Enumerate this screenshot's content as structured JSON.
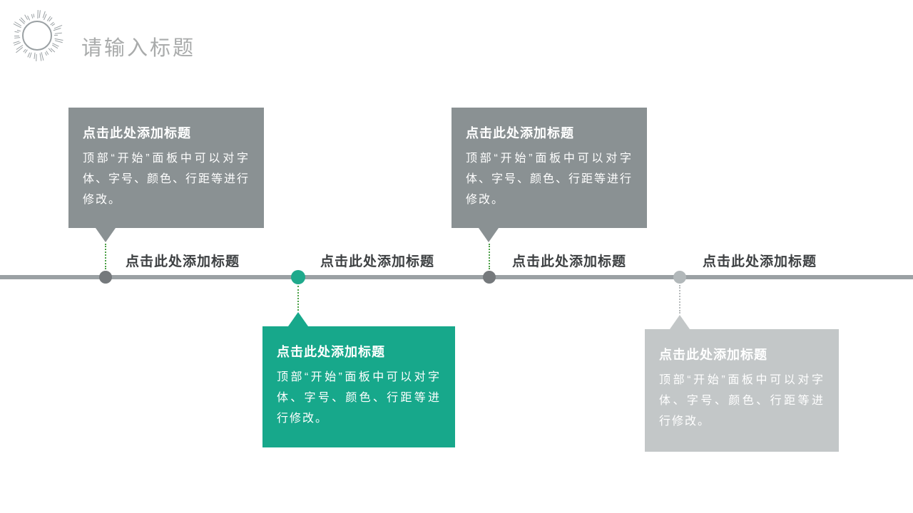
{
  "header": {
    "title": "请输入标题"
  },
  "logo": {
    "icon": "sun-icon"
  },
  "timeline": {
    "line_color": "#9ba1a4",
    "labels": [
      "点击此处添加标题",
      "点击此处添加标题",
      "点击此处添加标题",
      "点击此处添加标题"
    ],
    "dot_colors": [
      "#75797c",
      "#1fa98c",
      "#75797c",
      "#b2b8ba"
    ]
  },
  "callouts": [
    {
      "title": "点击此处添加标题",
      "body": "顶部“开始”面板中可以对字体、字号、颜色、行距等进行修改。",
      "color": "#8a9193",
      "placement": "above-node-1"
    },
    {
      "title": "点击此处添加标题",
      "body": "顶部“开始”面板中可以对字体、字号、颜色、行距等进行修改。",
      "color": "#17a88b",
      "placement": "below-node-2"
    },
    {
      "title": "点击此处添加标题",
      "body": "顶部“开始”面板中可以对字体、字号、颜色、行距等进行修改。",
      "color": "#8a9193",
      "placement": "above-node-3"
    },
    {
      "title": "点击此处添加标题",
      "body": "顶部“开始”面板中可以对字体、字号、颜色、行距等进行修改。",
      "color": "#c3c7c8",
      "placement": "below-node-4"
    }
  ],
  "colors": {
    "accent_teal": "#1fa98c",
    "box_gray": "#8a9193",
    "box_light_gray": "#c3c7c8",
    "timeline_gray": "#9ba1a4",
    "title_gray": "#a9abab",
    "label_dark": "#3d4042"
  }
}
